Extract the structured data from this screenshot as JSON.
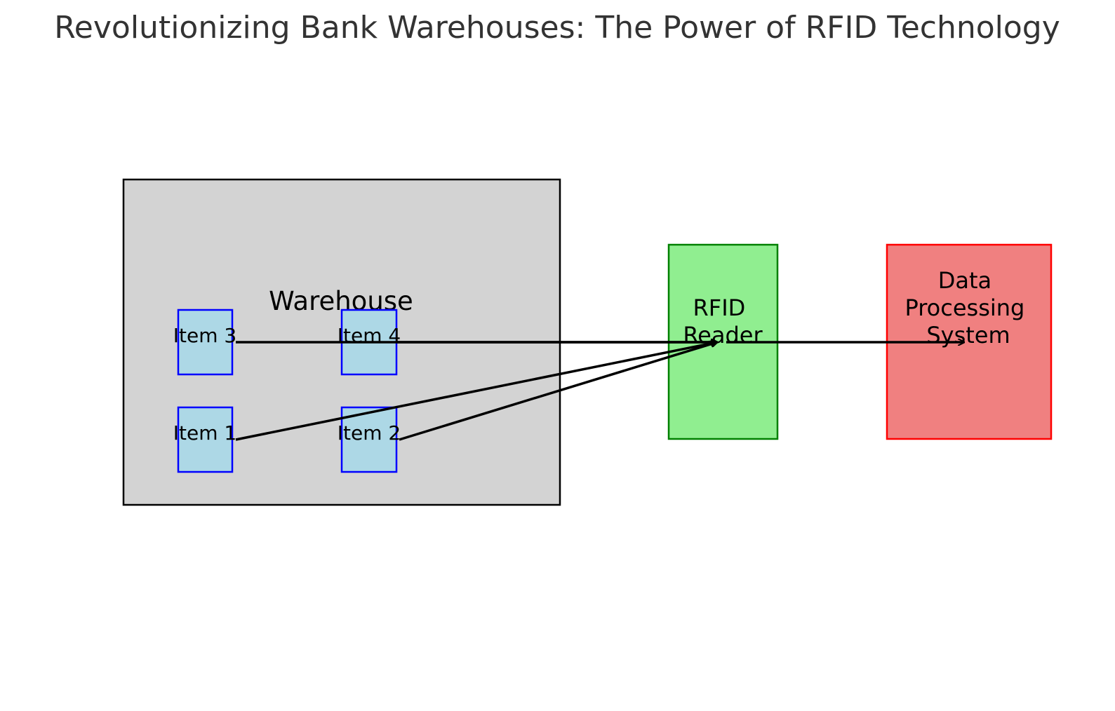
{
  "title": "Revolutionizing Bank Warehouses: The Power of RFID Technology",
  "warehouse": {
    "label": "Warehouse",
    "fill": "#d3d3d3",
    "stroke": "#000000"
  },
  "items": [
    {
      "label": "Item 3"
    },
    {
      "label": "Item 4"
    },
    {
      "label": "Item 1"
    },
    {
      "label": "Item 2"
    }
  ],
  "item_style": {
    "fill": "#add8e6",
    "stroke": "#0000ff"
  },
  "reader": {
    "label_lines": [
      "RFID",
      "Reader"
    ],
    "fill": "#90ee90",
    "stroke": "#008000"
  },
  "processor": {
    "label_lines": [
      "Data",
      "Processing",
      "System"
    ],
    "fill": "#f08080",
    "stroke": "#ff0000"
  },
  "arrows": [
    {
      "from": "Item 1",
      "to": "RFID Reader"
    },
    {
      "from": "Item 2",
      "to": "RFID Reader"
    },
    {
      "from": "Item 3",
      "to": "RFID Reader"
    },
    {
      "from": "Item 4",
      "to": "RFID Reader"
    },
    {
      "from": "RFID Reader",
      "to": "Data Processing System"
    }
  ]
}
